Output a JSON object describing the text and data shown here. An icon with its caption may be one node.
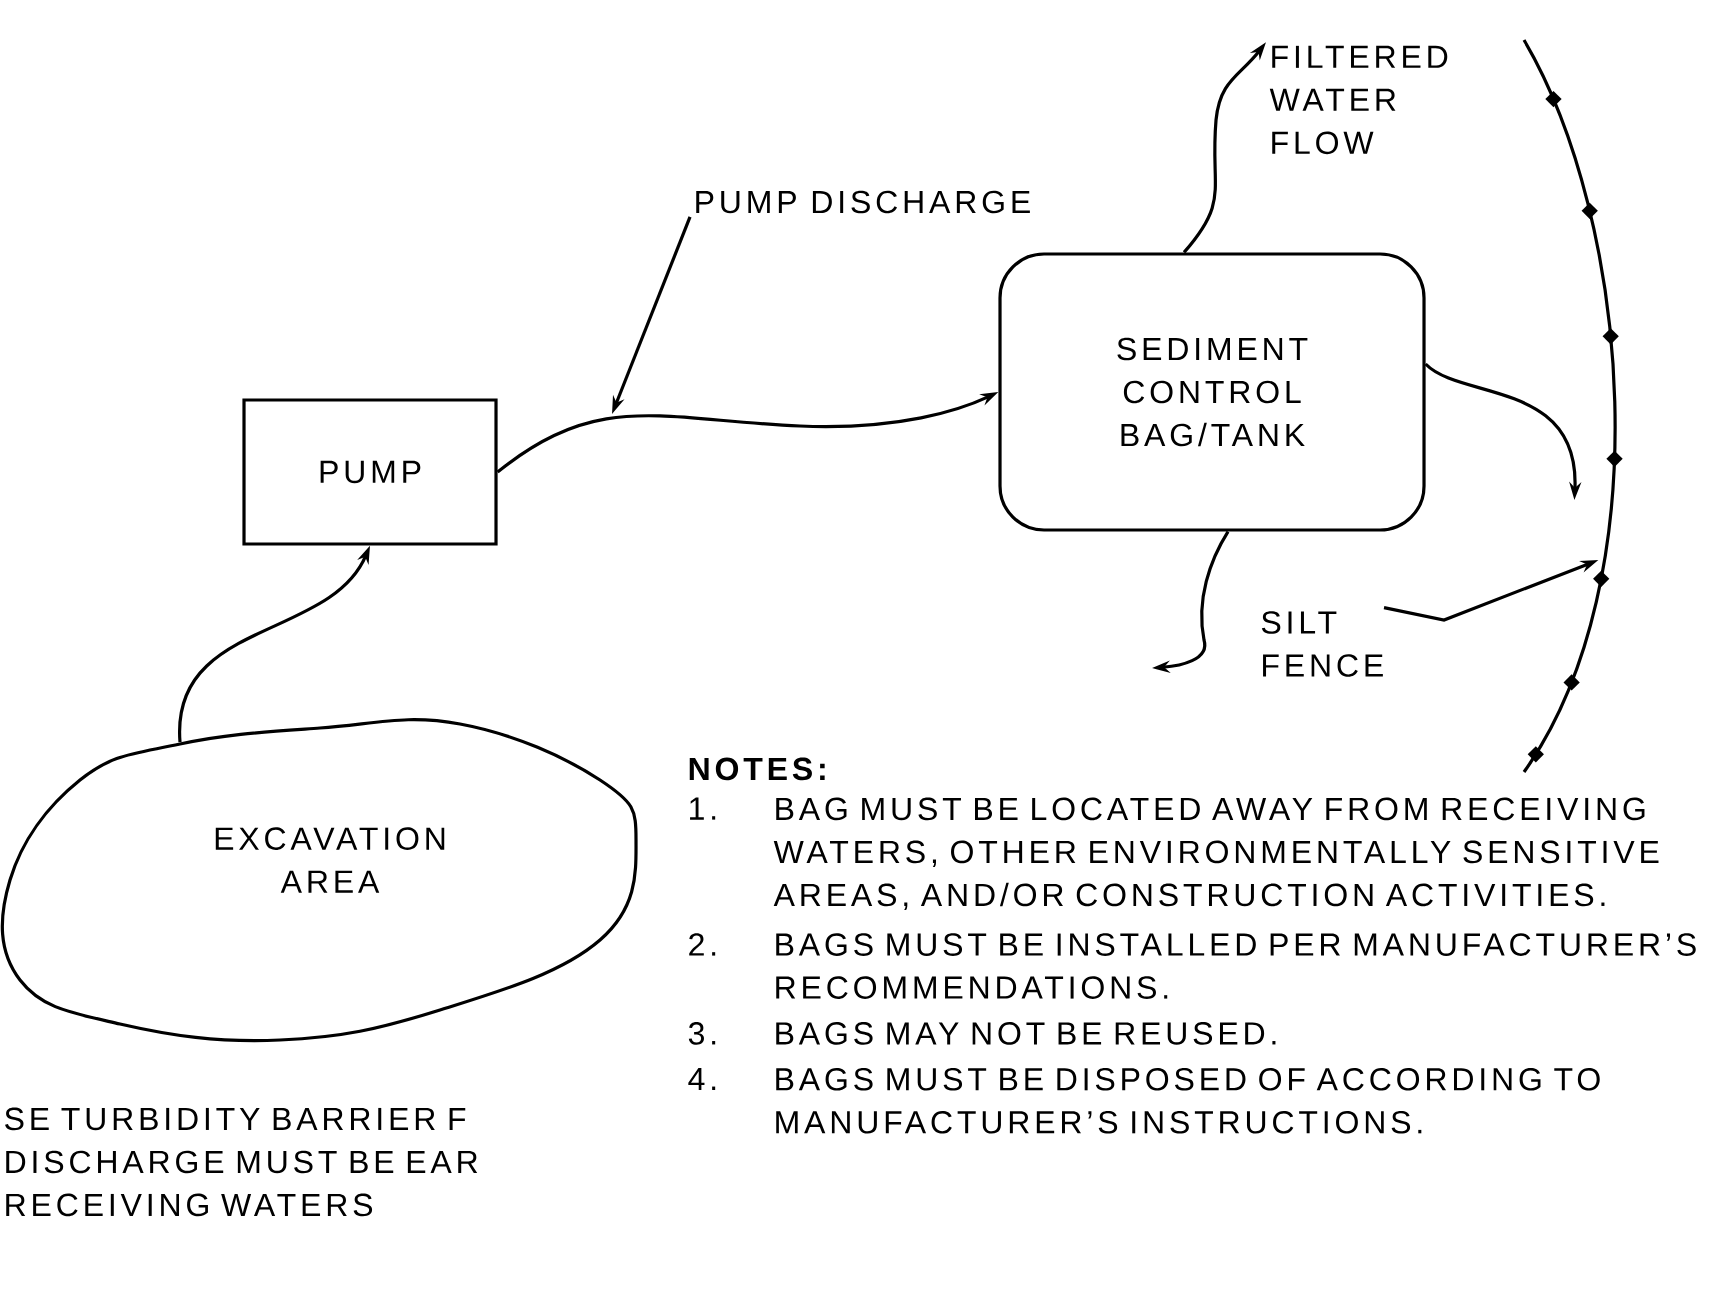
{
  "diagram": {
    "nodes": [
      {
        "text": [
          "PUMP"
        ]
      },
      {
        "text": [
          "SEDIMENT CONTROL BAG/TANK"
        ]
      },
      {
        "text": [
          "EXCAVATION AREA"
        ]
      },
      {
        "text": [
          "FILTERED WATER FLOW"
        ]
      },
      {
        "text": [
          "SILT FENCE"
        ]
      },
      {
        "text": [],
        "shape": "fence"
      },
      {
        "text": [
          "PUMP DISCHARGE"
        ]
      }
    ],
    "edges": [
      {
        "from": 2,
        "to": 0,
        "arrow": "to"
      },
      {
        "from": 0,
        "to": 1,
        "arrow": "to"
      },
      {
        "from": 1,
        "to": 3,
        "arrow": "to"
      },
      {
        "from": 1,
        "to": 5,
        "arrow": "to"
      },
      {
        "from": 1,
        "to": null,
        "arrow": "to"
      },
      {
        "from": 4,
        "to": 5,
        "arrow": "to"
      },
      {
        "from": 6,
        "to": null,
        "arrow": "to"
      }
    ],
    "labels": [
      "NOTES:",
      "1.",
      "BAG MUST BE LOCATED AWAY FROM RECEIVING WATERS, OTHER ENVIRONMENTALLY SENSITIVE AREAS, AND/OR CONSTRUCTION ACTIVITIES.",
      "2.",
      "BAGS MUST BE INSTALLED PER MANUFACTURER’S RECOMMENDATIONS.",
      "3.",
      "BAGS MAY NOT BE REUSED.",
      "4.",
      "BAGS MUST BE DISPOSED OF ACCORDING TO MANUFACTURER’S INSTRUCTIONS.",
      "SE TURBIDITY BARRIER F DISCHARGE MUST BE EAR RECEIVING WATERS"
    ]
  }
}
